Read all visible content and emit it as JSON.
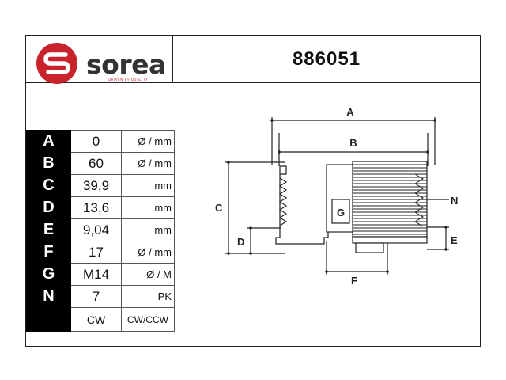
{
  "brand": {
    "name": "sorea",
    "tagline": "DRIVEN BY QUALITY",
    "color": "#c8232c"
  },
  "part_number": "886051",
  "specs": [
    {
      "key": "A",
      "value": "0",
      "unit": "Ø / mm"
    },
    {
      "key": "B",
      "value": "60",
      "unit": "Ø / mm"
    },
    {
      "key": "C",
      "value": "39,9",
      "unit": "mm"
    },
    {
      "key": "D",
      "value": "13,6",
      "unit": "mm"
    },
    {
      "key": "E",
      "value": "9,04",
      "unit": "mm"
    },
    {
      "key": "F",
      "value": "17",
      "unit": "Ø / mm"
    },
    {
      "key": "G",
      "value": "M14",
      "unit": "Ø / M"
    },
    {
      "key": "N",
      "value": "7",
      "unit": "PK"
    },
    {
      "key": "",
      "value": "CW",
      "unit": "CW/CCW"
    }
  ],
  "drawing_labels": {
    "a": "A",
    "b": "B",
    "c": "C",
    "d": "D",
    "e": "E",
    "f": "F",
    "g": "G",
    "n": "N"
  }
}
